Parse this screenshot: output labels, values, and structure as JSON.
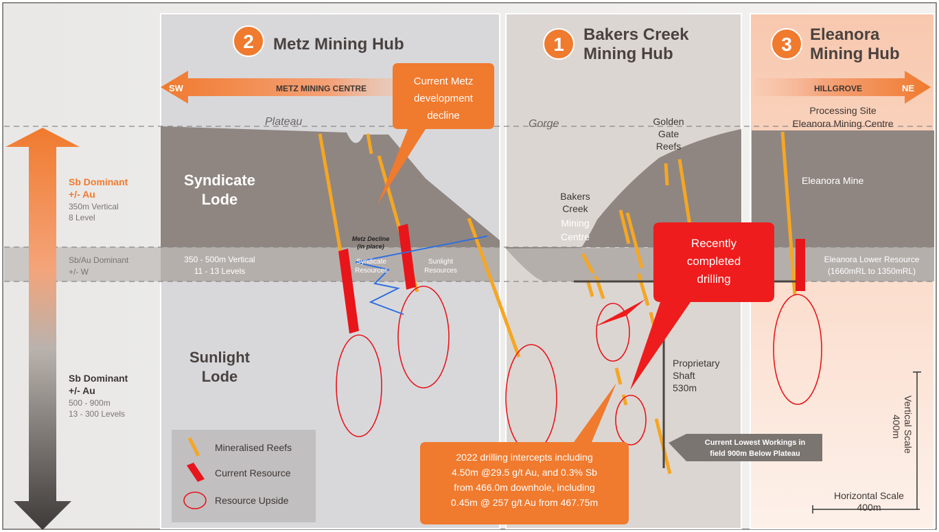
{
  "hubs": [
    {
      "number": "2",
      "title_line1": "Metz Mining Hub",
      "title_line2": ""
    },
    {
      "number": "1",
      "title_line1": "Bakers Creek",
      "title_line2": "Mining Hub"
    },
    {
      "number": "3",
      "title_line1": "Eleanora",
      "title_line2": "Mining Hub"
    }
  ],
  "arrows": {
    "sw": "SW",
    "metz_centre": "METZ MINING CENTRE",
    "hillgrove": "HILLGROVE",
    "ne": "NE"
  },
  "terrain": {
    "plateau": "Plateau",
    "gorge": "Gorge",
    "golden_gate_1": "Golden",
    "golden_gate_2": "Gate",
    "golden_gate_3": "Reefs",
    "processing_1": "Processing Site",
    "processing_2": "Eleanora Mining Centre",
    "eleanora_mine": "Eleanora Mine",
    "bakers_1": "Bakers",
    "bakers_2": "Creek",
    "bakers_3": "Mining",
    "bakers_4": "Centre",
    "syndicate_1": "Syndicate",
    "syndicate_2": "Lode",
    "sunlight_1": "Sunlight",
    "sunlight_2": "Lode",
    "band_1": "350 - 500m Vertical",
    "band_2": "11 - 13 Levels",
    "metz_decline_1": "Metz Decline",
    "metz_decline_2": "(in place)",
    "syndicate_res_1": "Syndicate",
    "syndicate_res_2": "Resources",
    "sunlight_res_1": "Sunlight",
    "sunlight_res_2": "Resources",
    "eleanora_lower_1": "Eleanora Lower Resource",
    "eleanora_lower_2": "(1660mRL to 1350mRL)",
    "shaft_1": "Proprietary",
    "shaft_2": "Shaft",
    "shaft_3": "530m"
  },
  "depth_scale": {
    "top_title_1": "Sb Dominant",
    "top_title_2": "+/- Au",
    "top_sub_1": "350m Vertical",
    "top_sub_2": "8 Level",
    "mid_1": "Sb/Au Dominant",
    "mid_2": "+/- W",
    "bottom_title_1": "Sb Dominant",
    "bottom_title_2": "+/- Au",
    "bottom_sub_1": "500 - 900m",
    "bottom_sub_2": "13 - 300 Levels"
  },
  "legend": {
    "reefs": "Mineralised Reefs",
    "resource": "Current Resource",
    "upside": "Resource Upside"
  },
  "callouts": {
    "metz_1": "Current Metz",
    "metz_2": "development",
    "metz_3": "decline",
    "recent_1": "Recently",
    "recent_2": "completed",
    "recent_3": "drilling",
    "intercept_1": "2022 drilling intercepts including",
    "intercept_2": "4.50m @29.5 g/t Au, and 0.3% Sb",
    "intercept_3": "from 466.0m downhole, including",
    "intercept_4": "0.45m @ 257 g/t Au from 467.75m",
    "lowest_1": "Current Lowest Workings in",
    "lowest_2": "field 900m Below Plateau"
  },
  "scale": {
    "vertical_1": "Vertical Scale",
    "vertical_2": "400m",
    "horizontal_1": "Horizontal Scale",
    "horizontal_2": "400m"
  },
  "colors": {
    "orange": "#f07a2e",
    "red": "#e8151b",
    "reef": "#f5a623",
    "ground": "#8f8681",
    "panel_left": "#d5d5d8",
    "panel_mid": "#d9d4d0",
    "panel_right": "#fbe3d6"
  }
}
